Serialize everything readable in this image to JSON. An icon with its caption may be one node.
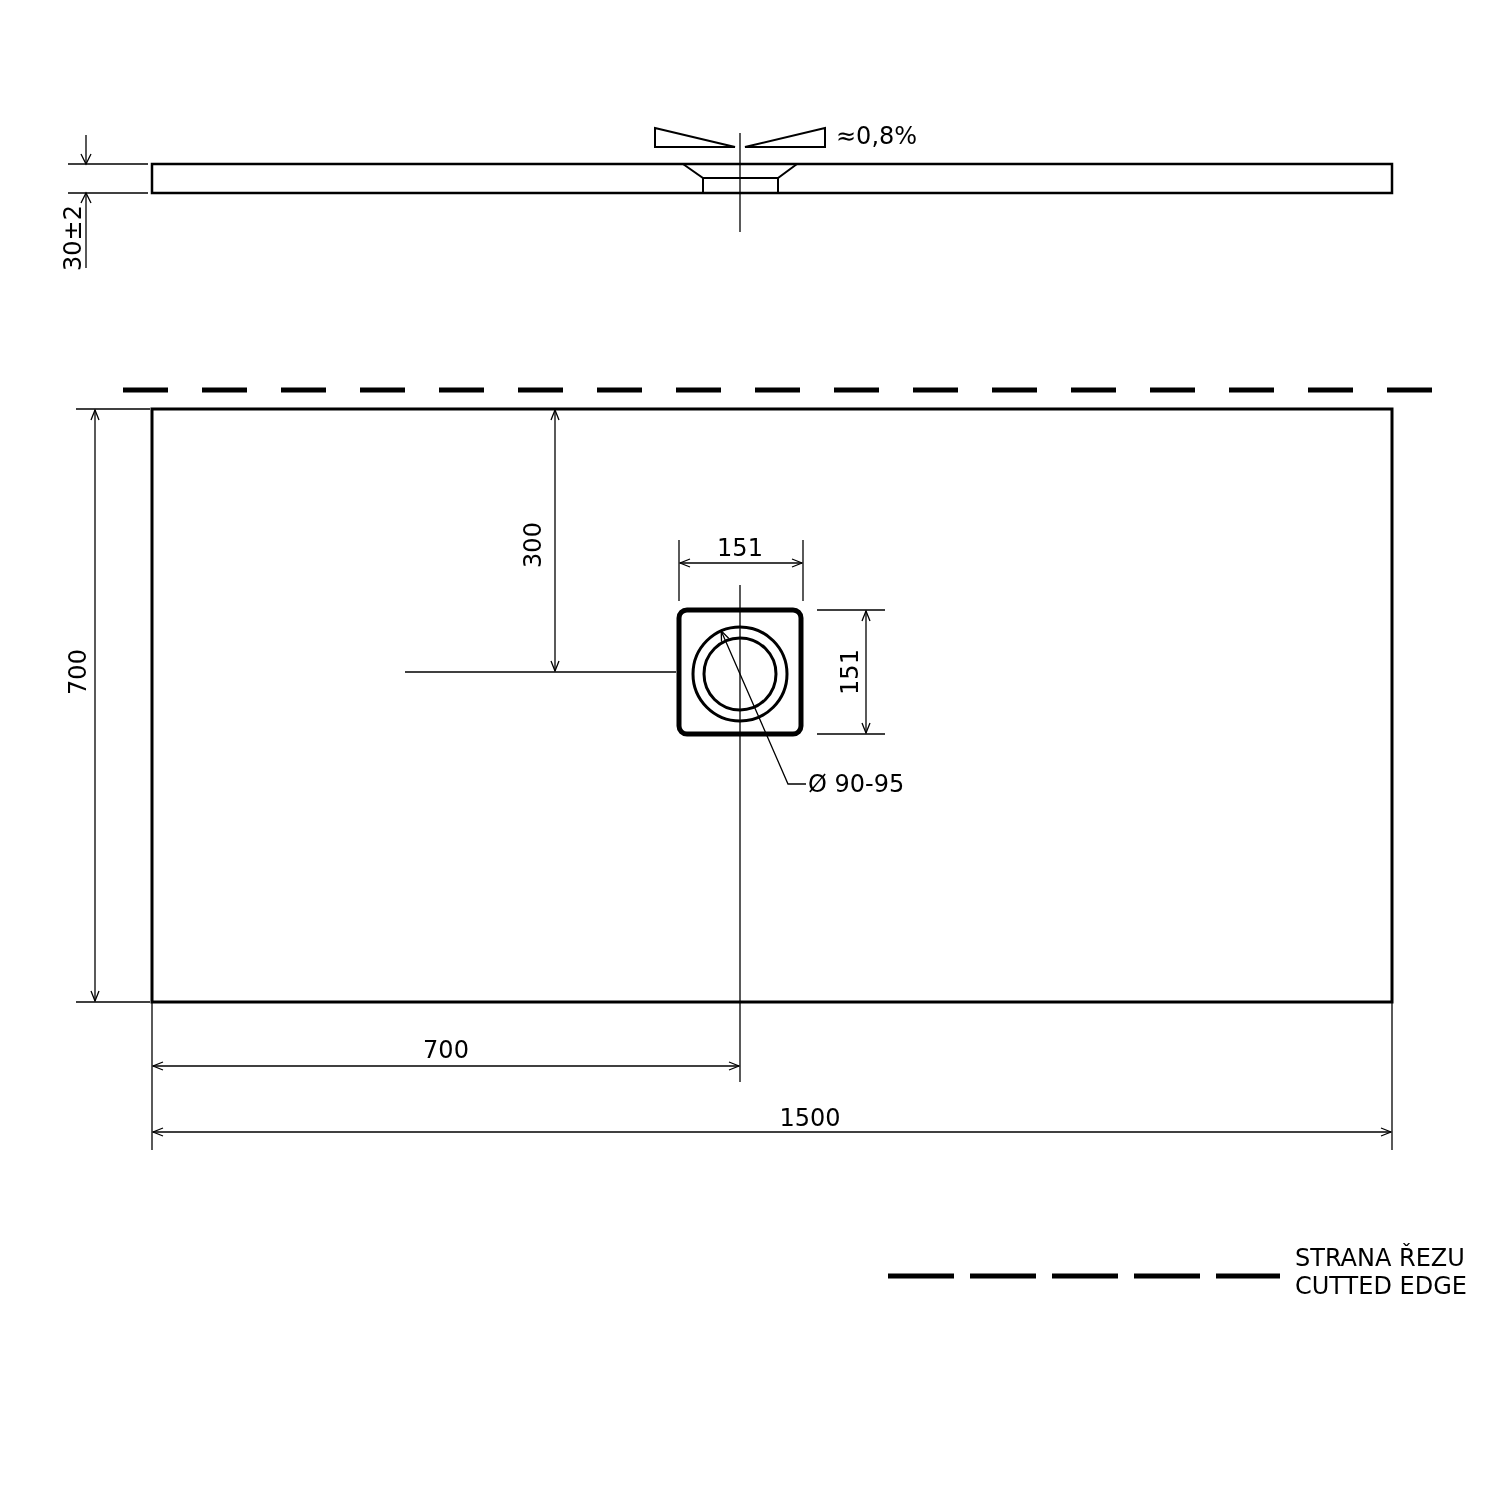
{
  "diagram": {
    "nodes": [
      {
        "text": [],
        "shape": "box"
      },
      {
        "text": [
          "Ø 90-95"
        ]
      }
    ],
    "edges": [
      {
        "from": 1,
        "to": 0,
        "arrow": "to"
      }
    ],
    "labels": [
      "≈0,8%",
      "30±2",
      "300",
      "151",
      "700",
      "151",
      "700",
      "1500"
    ],
    "legend": [
      {
        "text": "STRANA ŘEZU CUTTED EDGE"
      }
    ]
  }
}
